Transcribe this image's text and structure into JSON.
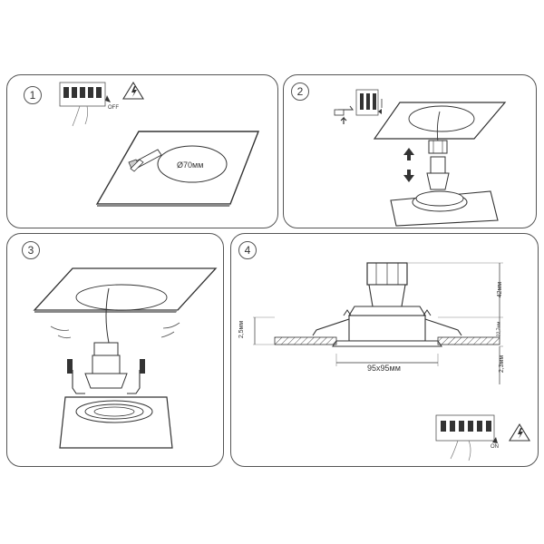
{
  "steps": [
    {
      "number": "1",
      "switch_label": "OFF",
      "hole_label": "Ø70мм"
    },
    {
      "number": "2"
    },
    {
      "number": "3"
    },
    {
      "number": "4",
      "cutout_label": "95x95мм",
      "height_label": "42мм",
      "depth_label": "22,7мм",
      "frame_label": "2,5мм",
      "bottom_label": "2,3мм",
      "switch_label": "ON"
    }
  ]
}
